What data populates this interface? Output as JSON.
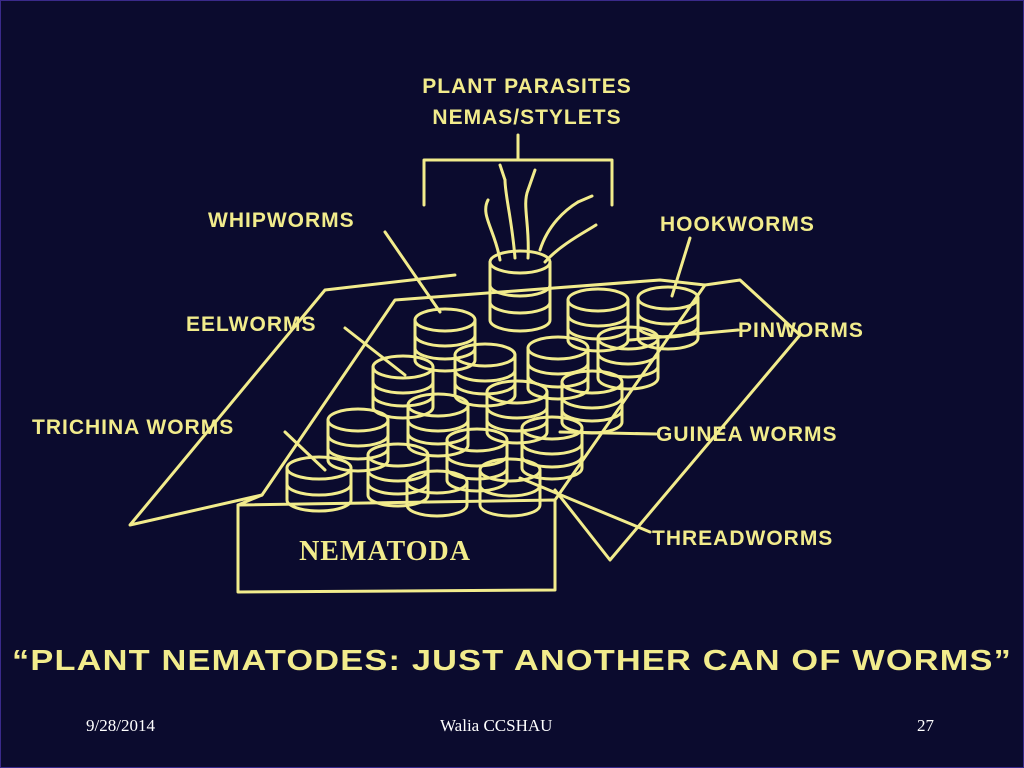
{
  "colors": {
    "background": "#0b0b2e",
    "drawing": "#f2ec8c",
    "footer_text": "#ffffff"
  },
  "diagram": {
    "header_line1": "PLANT PARASITES",
    "header_line2": "NEMAS/STYLETS",
    "box_label": "NEMATODA",
    "labels": {
      "whipworms": "WHIPWORMS",
      "hookworms": "HOOKWORMS",
      "eelworms": "EELWORMS",
      "pinworms": "PINWORMS",
      "trichina": "TRICHINA WORMS",
      "guinea": "GUINEA WORMS",
      "threadworms": "THREADWORMS"
    },
    "caption": "“PLANT NEMATODES:  JUST ANOTHER CAN OF WORMS”"
  },
  "footer": {
    "date": "9/28/2014",
    "author": "Walia CCSHAU",
    "page": "27"
  }
}
